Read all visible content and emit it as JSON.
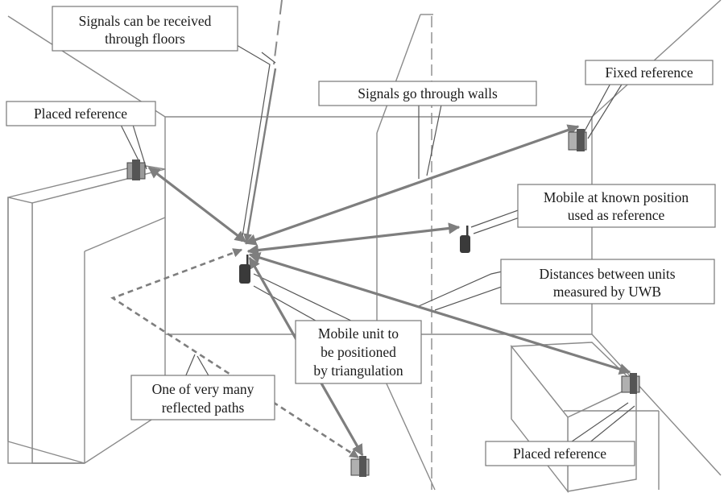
{
  "colors": {
    "line": "#8a8a8a",
    "arrow": "#7e7e7e",
    "device": "#3a3a3a",
    "box_border": "#777777",
    "text": "#1a1a1a"
  },
  "callouts": {
    "floors": [
      "Signals can be received",
      "through floors"
    ],
    "walls": [
      "Signals go through walls"
    ],
    "fixed_ref": [
      "Fixed reference"
    ],
    "placed_ref_top": [
      "Placed reference"
    ],
    "mobile_known": [
      "Mobile at known position",
      "used as reference"
    ],
    "distances": [
      "Distances between units",
      "measured by UWB"
    ],
    "mobile_unit": [
      "Mobile unit to",
      "be positioned",
      "by triangulation"
    ],
    "reflected": [
      "One of very many",
      "reflected paths"
    ],
    "placed_ref_bottom": [
      "Placed reference"
    ]
  },
  "icons": {
    "mobile_unit": "handheld-radio-icon",
    "mobile_known": "handheld-radio-icon",
    "placed_ref_top": "wall-mounted-sensor-icon",
    "fixed_ref": "wall-mounted-sensor-icon",
    "placed_ref_bottom": "wall-mounted-sensor-icon",
    "floor_ref": "wall-mounted-sensor-icon"
  }
}
